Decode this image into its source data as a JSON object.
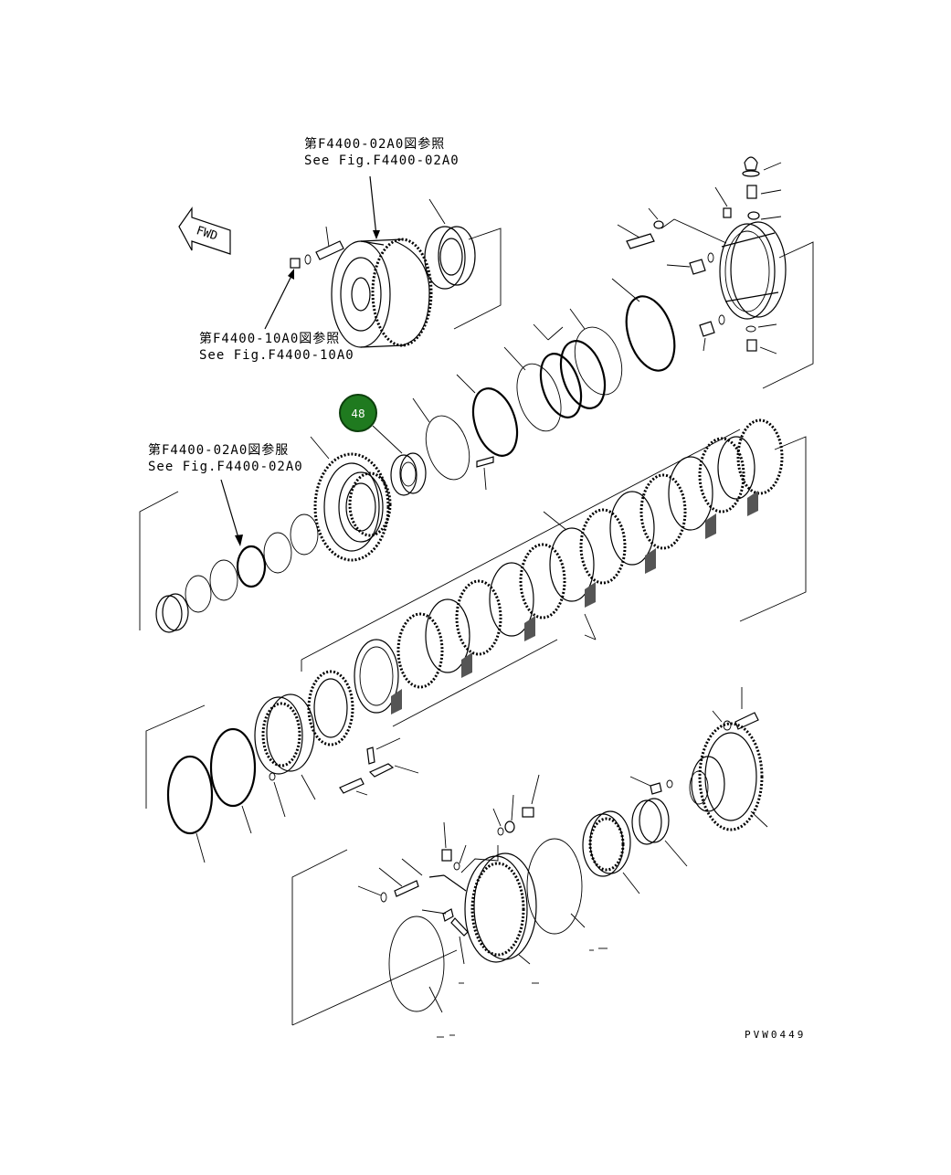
{
  "refs": [
    {
      "line1": "第F4400-02A0図参照",
      "line2": "See Fig.F4400-02A0"
    },
    {
      "line1": "第F4400-10A0図参照",
      "line2": "See Fig.F4400-10A0"
    },
    {
      "line1": "第F4400-02A0図参服",
      "line2": "See Fig.F4400-02A0"
    }
  ],
  "direction_label": "FWD",
  "highlight_badge": {
    "label": "48",
    "color": "#1f7a1f"
  },
  "drawing_code": "PVW0449"
}
